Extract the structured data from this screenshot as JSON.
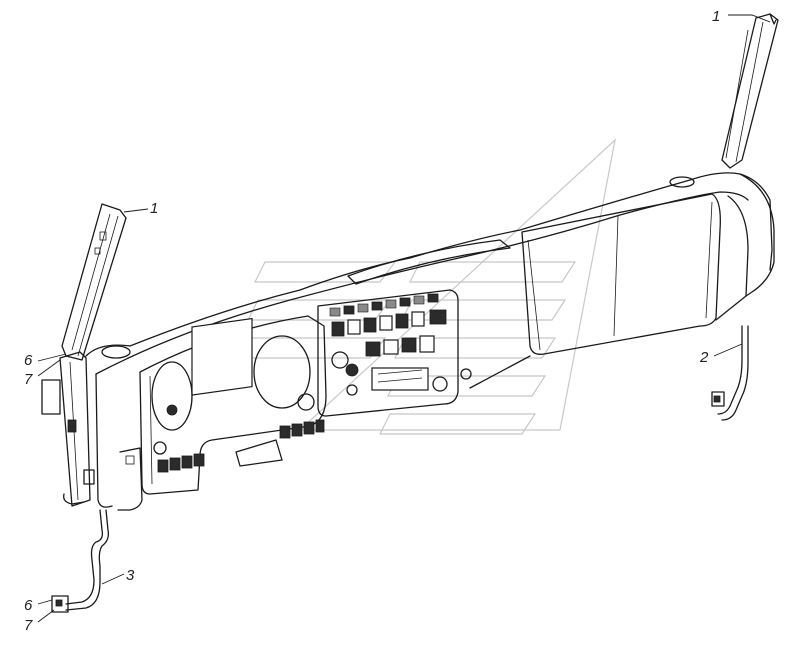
{
  "callouts": [
    {
      "id": "c1-right",
      "text": "1"
    },
    {
      "id": "c1-left",
      "text": "1"
    },
    {
      "id": "c2",
      "text": "2"
    },
    {
      "id": "c3",
      "text": "3"
    },
    {
      "id": "c6-upper",
      "text": "6"
    },
    {
      "id": "c7-upper",
      "text": "7"
    },
    {
      "id": "c6-lower",
      "text": "6"
    },
    {
      "id": "c7-lower",
      "text": "7"
    }
  ]
}
